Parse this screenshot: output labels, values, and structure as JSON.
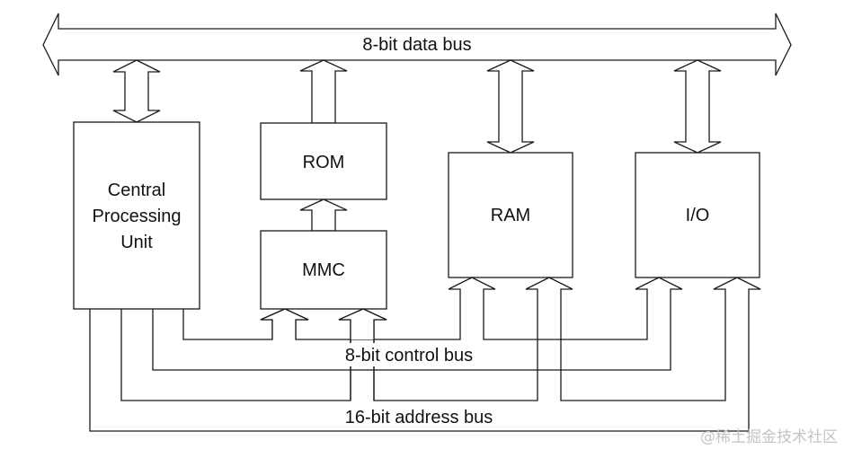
{
  "diagram": {
    "title": "8-bit microcomputer bus architecture",
    "buses": {
      "data_bus": "8-bit data bus",
      "control_bus": "8-bit control bus",
      "address_bus": "16-bit address bus"
    },
    "blocks": {
      "cpu": [
        "Central",
        "Processing",
        "Unit"
      ],
      "rom": "ROM",
      "mmc": "MMC",
      "ram": "RAM",
      "io": "I/O"
    },
    "connections": [
      {
        "from": "cpu",
        "to": "data_bus",
        "kind": "bidirectional"
      },
      {
        "from": "rom",
        "to": "data_bus",
        "kind": "unidirectional"
      },
      {
        "from": "mmc",
        "to": "rom",
        "kind": "unidirectional"
      },
      {
        "from": "ram",
        "to": "data_bus",
        "kind": "bidirectional"
      },
      {
        "from": "io",
        "to": "data_bus",
        "kind": "bidirectional"
      },
      {
        "from": "control_bus",
        "to": "mmc",
        "kind": "unidirectional"
      },
      {
        "from": "address_bus",
        "to": "mmc",
        "kind": "unidirectional"
      },
      {
        "from": "control_bus",
        "to": "ram",
        "kind": "unidirectional"
      },
      {
        "from": "address_bus",
        "to": "ram",
        "kind": "unidirectional"
      },
      {
        "from": "control_bus",
        "to": "io",
        "kind": "unidirectional"
      },
      {
        "from": "address_bus",
        "to": "io",
        "kind": "unidirectional"
      }
    ],
    "watermark": "@稀土掘金技术社区"
  }
}
